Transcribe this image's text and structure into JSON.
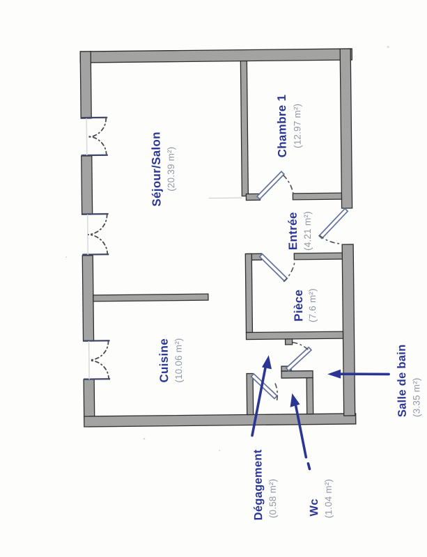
{
  "document_type": "apartment-floor-plan",
  "colors": {
    "room_label": "#2a3694",
    "area_label": "#9298a8",
    "wall_fill": "#a3a3a3",
    "arrow": "#2b3694",
    "door_leaf_outline": "#66719b",
    "background": "#fdfdfc"
  },
  "rooms": [
    {
      "id": "sejour_salon",
      "name": "Séjour/Salon",
      "area": "(20.39 m²)"
    },
    {
      "id": "chambre_1",
      "name": "Chambre 1",
      "area": "(12.97 m²)"
    },
    {
      "id": "entree",
      "name": "Entrée",
      "area": "(4.21 m²)"
    },
    {
      "id": "piece",
      "name": "Pièce",
      "area": "(7.6 m²)"
    },
    {
      "id": "cuisine",
      "name": "Cuisine",
      "area": "(10.06 m²)"
    },
    {
      "id": "degagement",
      "name": "Dégagement",
      "area": "(0.58 m²)"
    },
    {
      "id": "wc",
      "name": "Wc",
      "area": "(1.04 m²)"
    },
    {
      "id": "salle_de_bain",
      "name": "Salle de bain",
      "area": "(3.35 m²)"
    }
  ]
}
